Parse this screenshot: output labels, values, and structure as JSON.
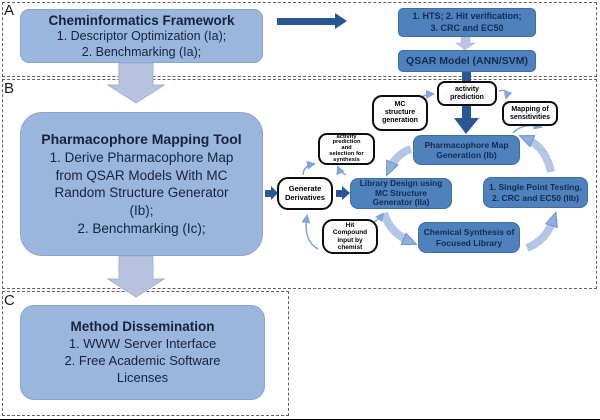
{
  "diagram": {
    "sections": {
      "a": {
        "label": "A",
        "framework_box": {
          "title": "Cheminformatics Framework",
          "items": [
            "1. Descriptor Optimization (Ia);",
            "2. Benchmarking (Ia);"
          ]
        },
        "hts_box": {
          "lines": [
            "1. HTS; 2. Hit verification;",
            "3. CRC and EC50"
          ]
        },
        "qsar_box": {
          "label": "QSAR Model (ANN/SVM)"
        }
      },
      "b": {
        "label": "B",
        "mapping_tool_box": {
          "title": "Pharmacophore Mapping Tool",
          "lines": [
            "1. Derive Pharmacophore Map",
            "from QSAR Models With MC",
            "Random Structure Generator",
            "(Ib);",
            "2. Benchmarking (Ic);"
          ]
        },
        "cycle_boxes": {
          "pharmacophore_map_generation": {
            "lines": [
              "Pharmacophore Map",
              "Generation (Ib)"
            ]
          },
          "single_point_testing": {
            "lines": [
              "1. Single Point Testing,",
              "2. CRC and EC50 (IIb)"
            ]
          },
          "chemical_synthesis": {
            "lines": [
              "Chemical Synthesis of",
              "Focused Library"
            ]
          },
          "library_design": {
            "lines": [
              "Library Design using",
              "MC Structure",
              "Generator (IIa)"
            ]
          }
        },
        "callout_boxes": {
          "activity_prediction": {
            "lines": [
              "activity",
              "prediction"
            ]
          },
          "mc_structure_generation": {
            "lines": [
              "MC",
              "structure",
              "generation"
            ]
          },
          "mapping_of_sensitivities": {
            "lines": [
              "Mapping of",
              "sensitivities"
            ]
          },
          "activity_prediction_selection": {
            "lines": [
              "activity",
              "prediction",
              "and",
              "selection for",
              "synthesis"
            ]
          },
          "generate_derivatives": {
            "lines": [
              "Generate",
              "Derivatives"
            ]
          },
          "hit_compound_input": {
            "lines": [
              "Hit",
              "Compound",
              "input by",
              "chemist"
            ]
          }
        }
      },
      "c": {
        "label": "C",
        "dissemination_box": {
          "title": "Method Dissemination",
          "lines": [
            "1. WWW Server Interface",
            "2. Free Academic Software",
            "Licenses"
          ]
        }
      }
    },
    "colors": {
      "light_box_fill": "#9bb6dd",
      "accent_box_fill": "#4f81bd",
      "dark_arrow": "#2b5694",
      "light_arrow": "#b6c2de",
      "cycle_arc": "#b3c6e6"
    }
  }
}
